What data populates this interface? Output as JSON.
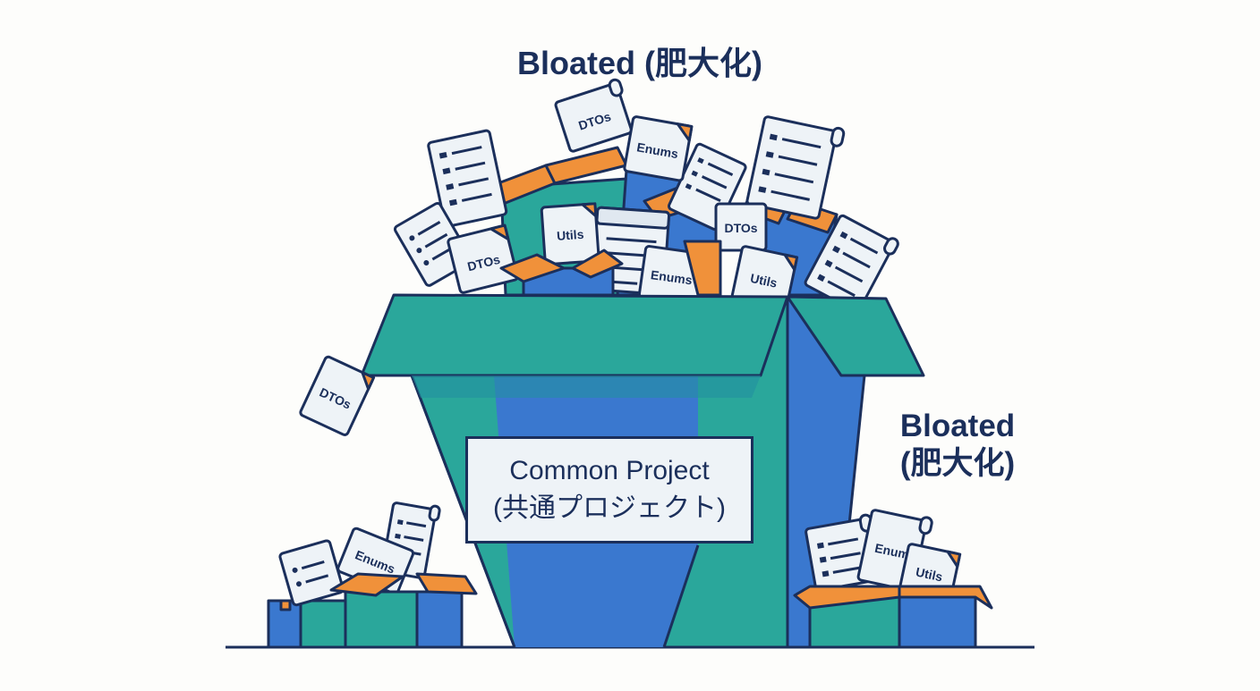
{
  "title_top": "Bloated (肥大化)",
  "title_side": {
    "line1": "Bloated",
    "line2": "(肥大化)"
  },
  "center_box": {
    "line1": "Common Project",
    "line2": "(共通プロジェクト)"
  },
  "doc_labels": {
    "dtos": "DTOs",
    "enums": "Enums",
    "utils": "Utils",
    "enum_short": "Enum"
  },
  "colors": {
    "navy": "#1b2f5b",
    "teal": "#2aa79b",
    "blue": "#3a78cf",
    "orange": "#f0913a",
    "paper": "#eef3f7"
  }
}
